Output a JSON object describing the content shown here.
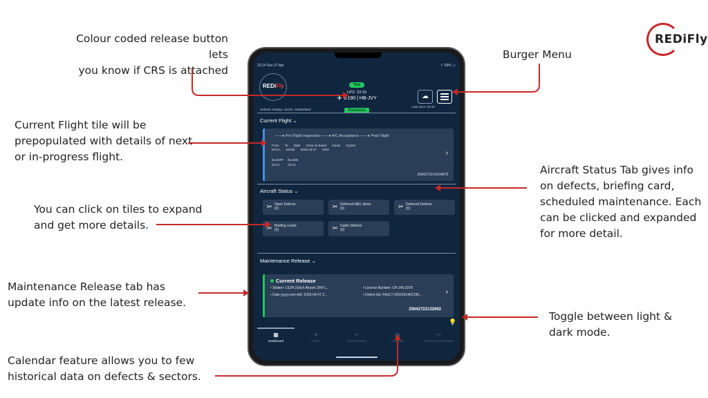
{
  "brand": {
    "logo_text": "REDiFly"
  },
  "callouts": {
    "release_button": [
      "Colour coded release button lets",
      "you know if CRS is attached"
    ],
    "burger_menu": "Burger Menu",
    "current_flight": [
      "Current Flight tile will be",
      "prepopulated with details of next",
      "or in-progress flight."
    ],
    "aircraft_status": [
      "Aircraft Status Tab gives info",
      "on defects, briefing card,",
      "scheduled maintenance. Each",
      "can be clicked and expanded",
      "for more detail."
    ],
    "click_tiles": [
      "You can click on tiles to expand",
      "and get more details."
    ],
    "maintenance_release": [
      "Maintenance Release tab has",
      "update info on the latest release."
    ],
    "toggle_mode": [
      "Toggle between light &",
      "dark mode."
    ],
    "calendar": [
      "Calendar feature allows you to few",
      "historical data on defects & sectors."
    ]
  },
  "accent_color": "#c62828",
  "app": {
    "status_bar": {
      "time": "23:14  Sun 27 Apr",
      "right": "⌔ 69% ▭"
    },
    "header": {
      "logo_text": "REDi",
      "logo_accent": "Fly",
      "operator": "Helvetic Airways, Zürich, Switzerland",
      "env_badge": "Test",
      "utc": "UTC: 22:15",
      "aircraft": "E190 | HB-JVY",
      "release_button": "Released",
      "last_sync": "Last sync: 22:15"
    },
    "current_flight": {
      "section_title": "Current Flight ⌄",
      "phases": "——● Pre Flight Inspection ——● A/C Acceptance ——● Post Flight",
      "headers": [
        "From",
        "To",
        "Date",
        "Crew on board",
        "Hours",
        "Cycles"
      ],
      "values": [
        "EGAA",
        "EGNS",
        "2025-04-27",
        "CEO",
        "",
        "-"
      ],
      "flight_codes": [
        "ELKDFF",
        "ELKDN"
      ],
      "flight_times": [
        "22:14",
        "22:14"
      ],
      "flight_id": "2504272214164979"
    },
    "aircraft_status": {
      "section_title": "Aircraft Status ⌄",
      "tiles": [
        {
          "label": "Open Defects",
          "count": "(0)"
        },
        {
          "label": "Deferred MEL Items",
          "count": "(0)"
        },
        {
          "label": "Deferred Defects",
          "count": "(0)"
        },
        {
          "label": "Briefing Cards",
          "count": "(3)"
        },
        {
          "label": "Cabin Defects",
          "count": "(0)"
        }
      ]
    },
    "maintenance_release": {
      "section_title": "Maintenance Release ⌄",
      "card_title": "Current Release",
      "station": "• Station: LSZH Zürich Airport ZRH (...",
      "date": "• Date (yyyy-mm-dd): 2025-04-27 2...",
      "licence": "• Licence Number: CH.145.0378",
      "defect_ids": "• Defect Ids: FAULT-2503181402190...",
      "release_id": "25042722132602"
    },
    "tabs": [
      {
        "label": "Dashboard",
        "icon": "dashboard-icon"
      },
      {
        "label": "Flights",
        "icon": "plane-icon"
      },
      {
        "label": "Aircraft Status",
        "icon": "tools-icon"
      },
      {
        "label": "Calendar",
        "icon": "calendar-icon"
      },
      {
        "label": "Maintenance release",
        "icon": "tools-icon"
      }
    ]
  }
}
